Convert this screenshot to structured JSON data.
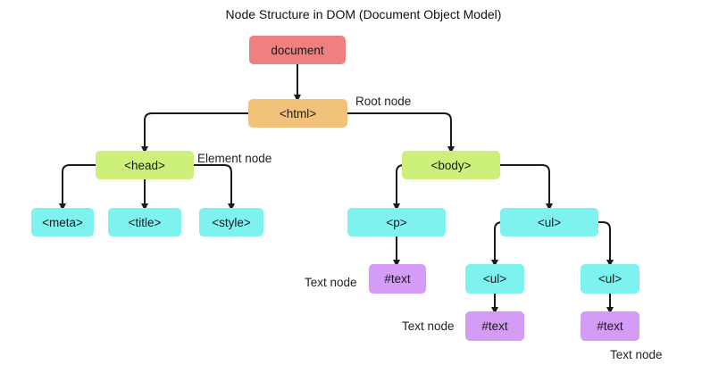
{
  "title": "Node Structure in DOM (Document Object Model)",
  "colors": {
    "document": "#f07f7f",
    "html": "#f2c27a",
    "element_green": "#cdf07a",
    "element_cyan": "#7ef2ee",
    "text_purple": "#d49cf5",
    "edge": "#1a1a1a"
  },
  "nodes": {
    "document": "document",
    "html": "<html>",
    "head": "<head>",
    "body": "<body>",
    "meta": "<meta>",
    "title": "<title>",
    "style": "<style>",
    "p": "<p>",
    "ul": "<ul>",
    "ul_child_1": "<ul>",
    "ul_child_2": "<ul>",
    "text_p": "#text",
    "text_ul_1": "#text",
    "text_ul_2": "#text"
  },
  "annotations": {
    "root_node": "Root node",
    "element_node": "Element node",
    "text_node_p": "Text node",
    "text_node_ul_1": "Text node",
    "text_node_ul_2": "Text node"
  },
  "edges": [
    [
      "document",
      "html"
    ],
    [
      "html",
      "head"
    ],
    [
      "html",
      "body"
    ],
    [
      "head",
      "meta"
    ],
    [
      "head",
      "title"
    ],
    [
      "head",
      "style"
    ],
    [
      "body",
      "p"
    ],
    [
      "body",
      "ul"
    ],
    [
      "p",
      "text_p"
    ],
    [
      "ul",
      "ul_child_1"
    ],
    [
      "ul",
      "ul_child_2"
    ],
    [
      "ul_child_1",
      "text_ul_1"
    ],
    [
      "ul_child_2",
      "text_ul_2"
    ]
  ]
}
